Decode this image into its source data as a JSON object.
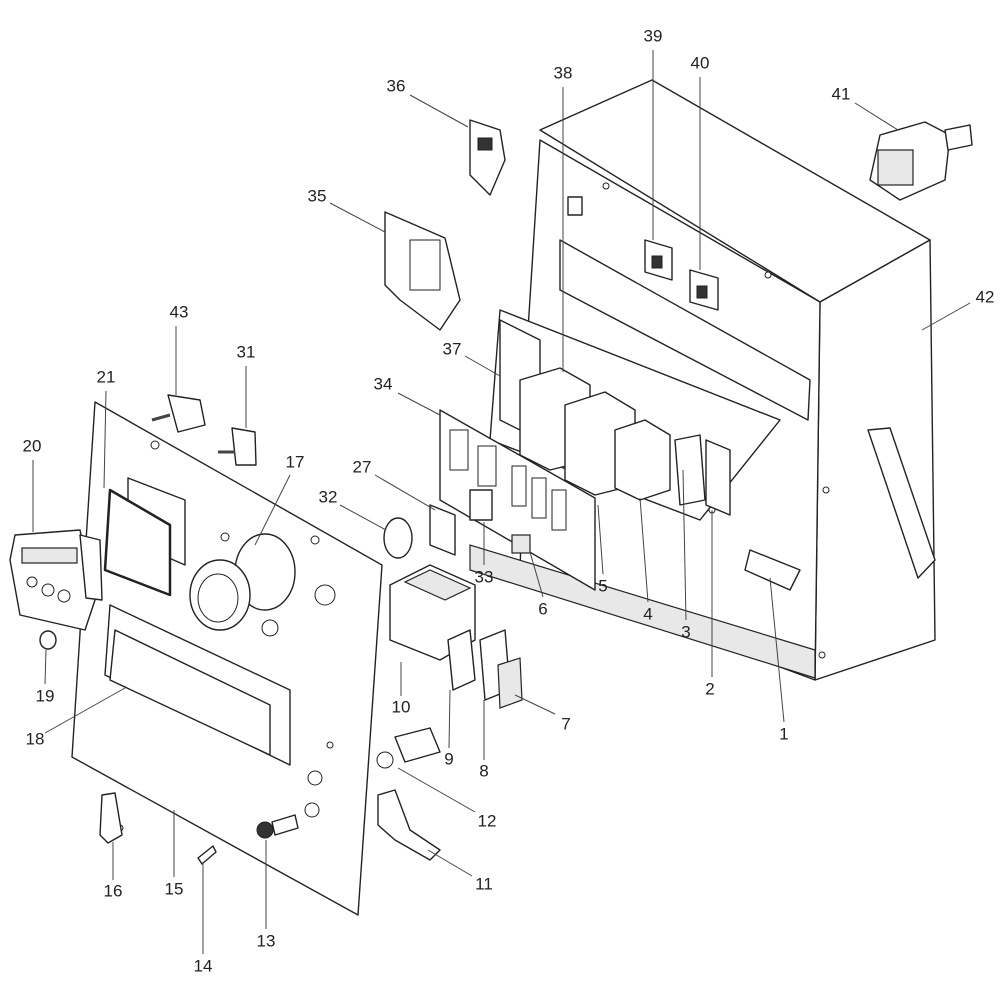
{
  "title": "Control panel exploded parts diagram",
  "callouts": [
    "1",
    "2",
    "3",
    "4",
    "5",
    "6",
    "7",
    "8",
    "9",
    "10",
    "11",
    "12",
    "13",
    "14",
    "15",
    "16",
    "17",
    "18",
    "19",
    "20",
    "21",
    "27",
    "31",
    "32",
    "33",
    "34",
    "35",
    "36",
    "37",
    "38",
    "39",
    "40",
    "41",
    "42",
    "43"
  ],
  "colors": {
    "line": "#222222",
    "background": "#ffffff"
  }
}
